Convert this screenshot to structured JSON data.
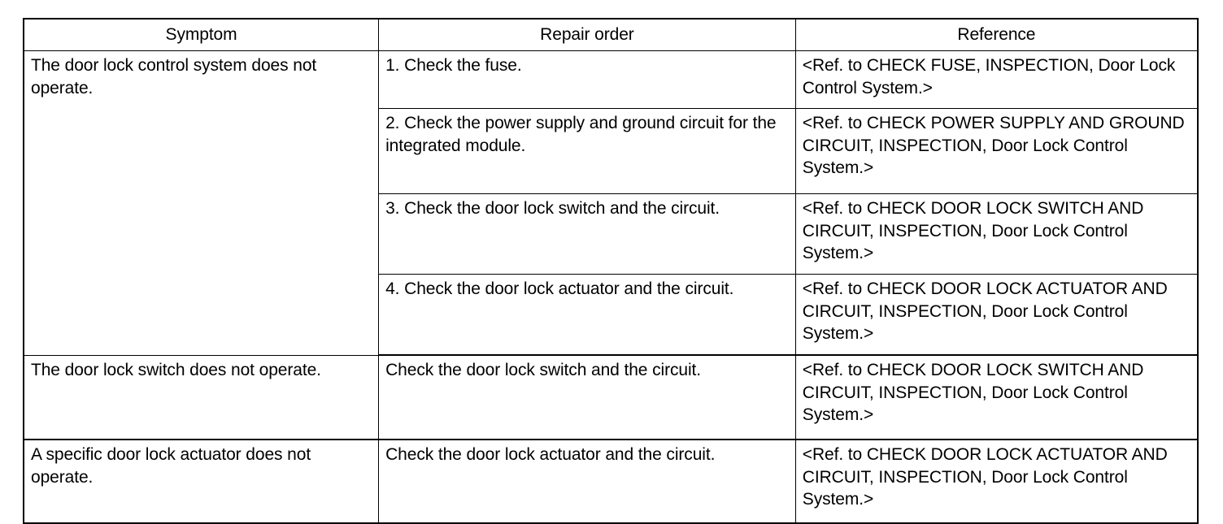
{
  "table": {
    "headers": [
      "Symptom",
      "Repair order",
      "Reference"
    ],
    "groups": [
      {
        "symptom": "The door lock control system does not operate.",
        "rows": [
          {
            "repair_order": "1. Check the fuse.",
            "reference": "<Ref. to          CHECK FUSE, INSPECTION, Door Lock Control System.>"
          },
          {
            "repair_order": "2. Check the power supply and ground circuit for the integrated module.",
            "reference": "<Ref. to          CHECK POWER SUPPLY AND GROUND CIRCUIT, INSPECTION, Door Lock Control System.>"
          },
          {
            "repair_order": "3. Check the door lock switch and the circuit.",
            "reference": "<Ref. to          CHECK DOOR LOCK SWITCH AND CIRCUIT, INSPECTION, Door Lock Control System.>"
          },
          {
            "repair_order": "4. Check the door lock actuator and the circuit.",
            "reference": "<Ref. to          CHECK DOOR LOCK ACTUATOR AND CIRCUIT, INSPECTION, Door Lock Control System.>"
          }
        ]
      },
      {
        "symptom": "The door lock switch does not operate.",
        "rows": [
          {
            "repair_order": "Check the door lock switch and the circuit.",
            "reference": "<Ref. to          CHECK DOOR LOCK SWITCH AND CIRCUIT, INSPECTION, Door Lock Control System.>"
          }
        ]
      },
      {
        "symptom": "A specific door lock actuator does not operate.",
        "rows": [
          {
            "repair_order": "Check the door lock actuator and the circuit.",
            "reference": "<Ref. to          CHECK DOOR LOCK ACTUATOR AND CIRCUIT, INSPECTION, Door Lock Control System.>"
          }
        ]
      }
    ]
  }
}
